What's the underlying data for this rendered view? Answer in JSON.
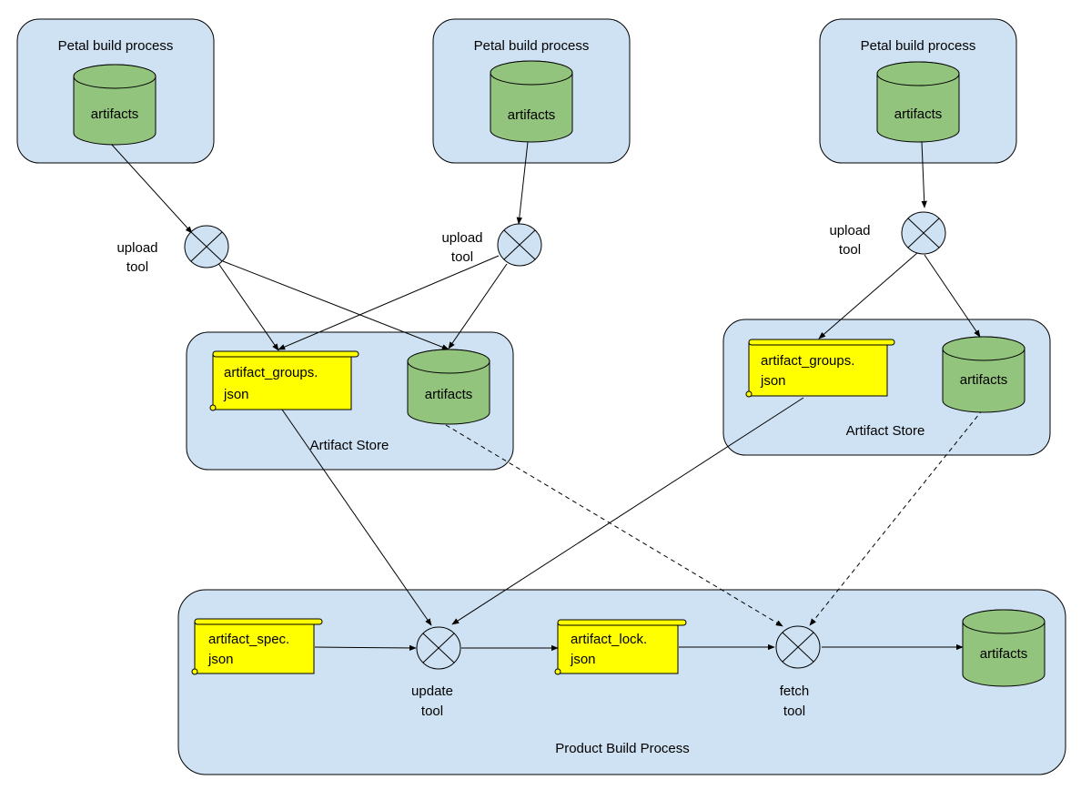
{
  "petal_boxes": [
    {
      "label": "Petal build process",
      "cylinder_label": "artifacts"
    },
    {
      "label": "Petal build process",
      "cylinder_label": "artifacts"
    },
    {
      "label": "Petal build process",
      "cylinder_label": "artifacts"
    }
  ],
  "upload_tools": [
    {
      "label_line1": "upload",
      "label_line2": "tool"
    },
    {
      "label_line1": "upload",
      "label_line2": "tool"
    },
    {
      "label_line1": "upload",
      "label_line2": "tool"
    }
  ],
  "artifact_stores": [
    {
      "label": "Artifact Store",
      "doc_line1": "artifact_groups.",
      "doc_line2": "json",
      "cylinder_label": "artifacts"
    },
    {
      "label": "Artifact Store",
      "doc_line1": "artifact_groups.",
      "doc_line2": "json",
      "cylinder_label": "artifacts"
    }
  ],
  "product": {
    "label": "Product Build Process",
    "spec_doc_line1": "artifact_spec.",
    "spec_doc_line2": "json",
    "lock_doc_line1": "artifact_lock.",
    "lock_doc_line2": "json",
    "update_tool_line1": "update",
    "update_tool_line2": "tool",
    "fetch_tool_line1": "fetch",
    "fetch_tool_line2": "tool",
    "cylinder_label": "artifacts"
  },
  "colors": {
    "container_fill": "#cfe2f3",
    "cylinder_fill": "#93c47d",
    "document_fill": "#ffff00"
  }
}
